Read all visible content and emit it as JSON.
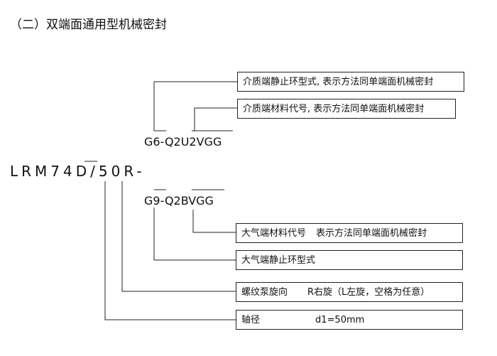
{
  "title": "（二）双端面通用型机械密封",
  "model_code": "LRM74D/50R-",
  "inner_code": "G6-Q2U2VGG",
  "outer_code": "G9-Q2BVGG",
  "boxes": {
    "inner_static_ring": "介质端静止环型式, 表示方法同单端面机械密封",
    "inner_material": "介质端材料代号, 表示方法同单端面机械密封",
    "outer_material_label": "大气端材料代号",
    "outer_material_desc": "表示方法同单端面机械密封",
    "outer_static_ring": "大气端静止环型式",
    "pump_label": "螺纹泵旋向",
    "pump_desc": "R右旋（L左旋，空格为任意）",
    "shaft_label": "轴径",
    "shaft_value": "d1=50mm"
  }
}
